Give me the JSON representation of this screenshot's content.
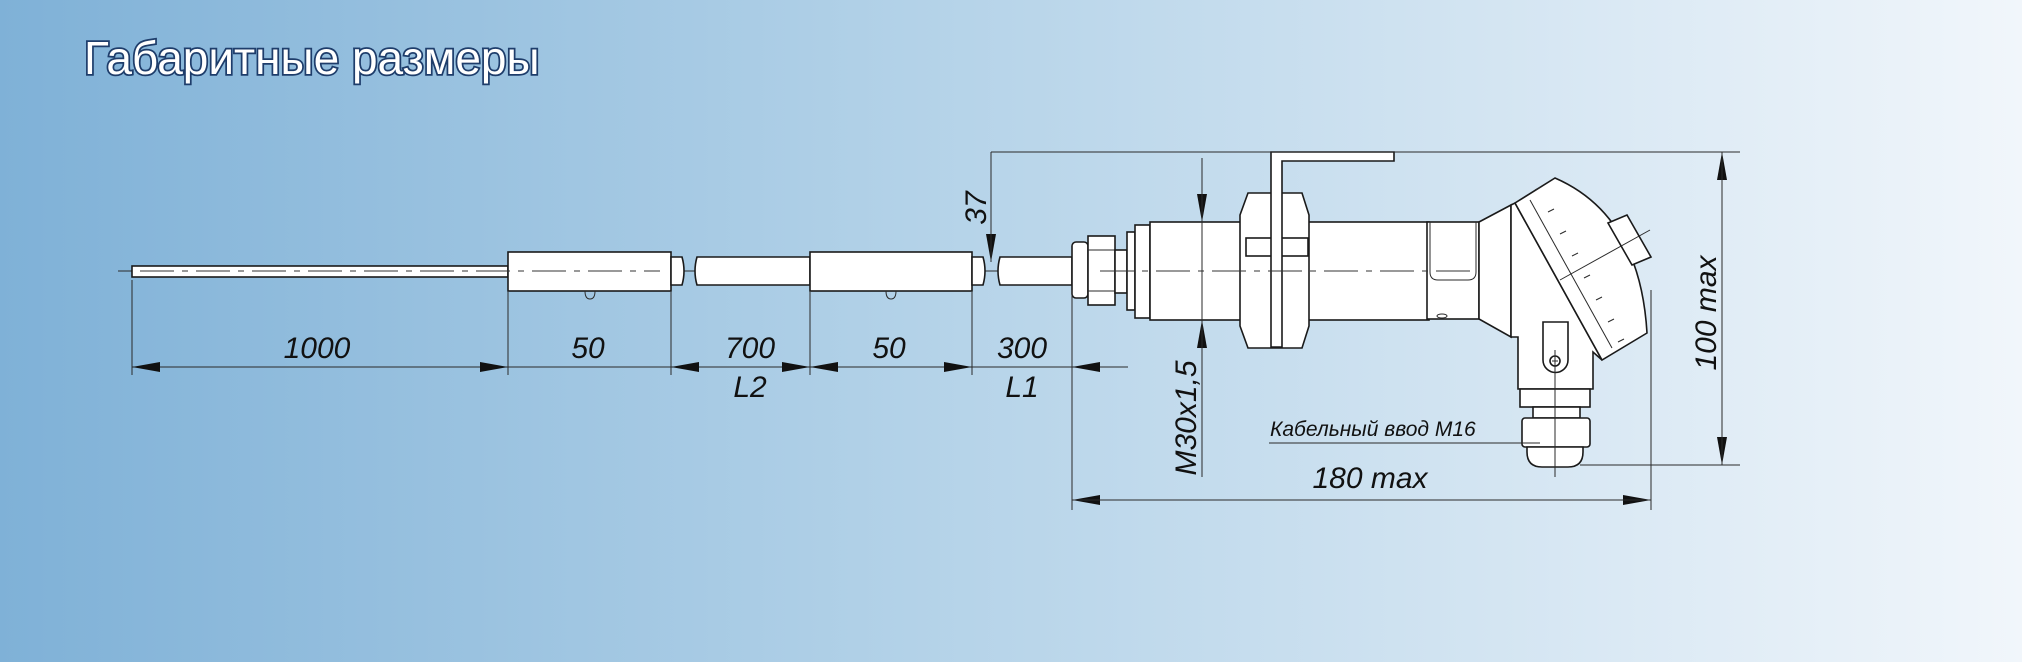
{
  "title": "Габаритные размеры",
  "dimensions": {
    "length_1000": "1000",
    "sleeve_1": "50",
    "length_700": "700",
    "sleeve_2": "50",
    "length_300": "300",
    "label_l2": "L2",
    "label_l1": "L1",
    "offset_37": "37",
    "thread": "M30x1,5",
    "height_max": "100 max",
    "length_max": "180 max"
  },
  "annotations": {
    "cable_entry": "Кабельный ввод М16"
  },
  "colors": {
    "background_left": "#7fb1d7",
    "background_right": "#f1f6fb",
    "title_outline": "#1e3d6b"
  }
}
